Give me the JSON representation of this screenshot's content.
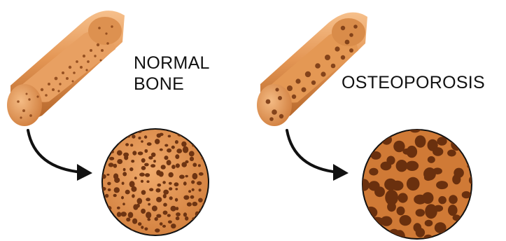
{
  "labels": {
    "normal_line1": "NORMAL",
    "normal_line2": "BONE",
    "osteoporosis": "OSTEOPOROSIS"
  },
  "colors": {
    "bone_light": "#f2b27a",
    "bone_mid": "#dc8a46",
    "bone_dark": "#b8652a",
    "pore": "#6e3412",
    "arrow": "#111111"
  }
}
